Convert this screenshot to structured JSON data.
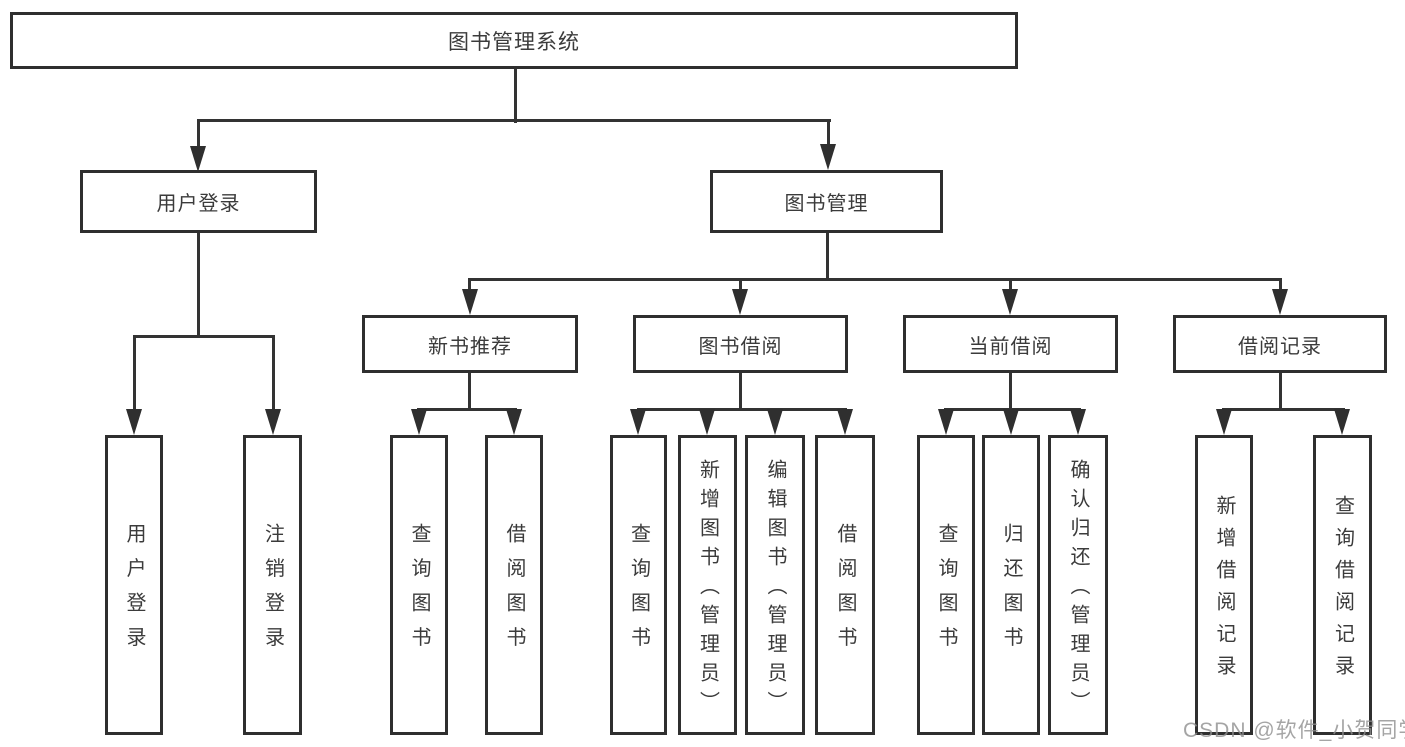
{
  "title": "图书管理系统",
  "root": {
    "label": "图书管理系统"
  },
  "level2": [
    {
      "label": "用户登录"
    },
    {
      "label": "图书管理"
    }
  ],
  "level3": [
    {
      "label": "新书推荐",
      "parent": "图书管理"
    },
    {
      "label": "图书借阅",
      "parent": "图书管理"
    },
    {
      "label": "当前借阅",
      "parent": "图书管理"
    },
    {
      "label": "借阅记录",
      "parent": "图书管理"
    }
  ],
  "leaves": [
    {
      "label": "用户登录",
      "parent": "用户登录"
    },
    {
      "label": "注销登录",
      "parent": "用户登录"
    },
    {
      "label": "查询图书",
      "parent": "新书推荐"
    },
    {
      "label": "借阅图书",
      "parent": "新书推荐"
    },
    {
      "label": "查询图书",
      "parent": "图书借阅"
    },
    {
      "label": "新增图书（管理员）",
      "parent": "图书借阅"
    },
    {
      "label": "编辑图书（管理员）",
      "parent": "图书借阅"
    },
    {
      "label": "借阅图书",
      "parent": "图书借阅"
    },
    {
      "label": "查询图书",
      "parent": "当前借阅"
    },
    {
      "label": "归还图书",
      "parent": "当前借阅"
    },
    {
      "label": "确认归还（管理员）",
      "parent": "当前借阅"
    },
    {
      "label": "新增借阅记录",
      "parent": "借阅记录"
    },
    {
      "label": "查询借阅记录",
      "parent": "借阅记录"
    }
  ],
  "watermark": "CSDN @软件_小贺同学",
  "colors": {
    "line": "#333333",
    "border": "#2f2f2f",
    "text": "#3b3b3b",
    "box_bg": "#ffffff",
    "watermark": "#8f8f8f"
  }
}
